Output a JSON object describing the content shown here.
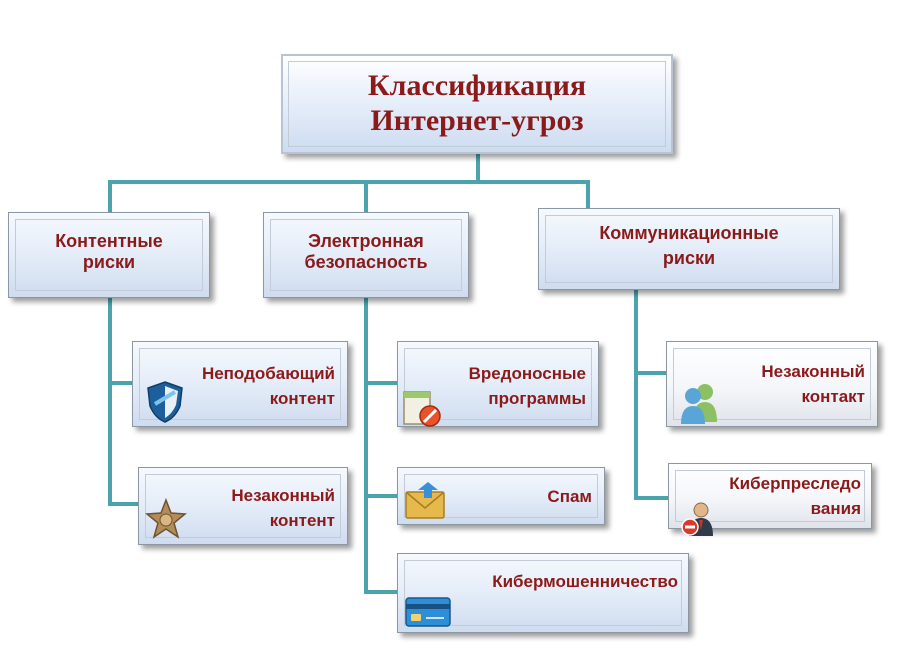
{
  "root": {
    "line1": "Классификация",
    "line2": "Интернет-угроз"
  },
  "categories": [
    {
      "line1": "Контентные",
      "line2": "риски"
    },
    {
      "line1": "Электронная",
      "line2": "безопасность"
    },
    {
      "line1": "Коммуникационные",
      "line2": "риски"
    }
  ],
  "content_risks": [
    {
      "line1": "Неподобающий",
      "line2": "контент",
      "icon": "shield-icon"
    },
    {
      "line1": "Незаконный",
      "line2": "контент",
      "icon": "sheriff-star-icon"
    }
  ],
  "e_security": [
    {
      "line1": "Вредоносные",
      "line2": "программы",
      "icon": "blocked-document-icon"
    },
    {
      "line1": "Спам",
      "icon": "mail-icon"
    },
    {
      "line1": "Кибермошенничество",
      "icon": "credit-card-icon"
    }
  ],
  "comm_risks": [
    {
      "line1": "Незаконный",
      "line2": "контакт",
      "icon": "users-icon"
    },
    {
      "line1": "Киберпреследо",
      "line2": "вания",
      "icon": "user-blocked-icon"
    }
  ],
  "colors": {
    "text": "#8b1a1a",
    "connector": "#4aa3ad"
  }
}
